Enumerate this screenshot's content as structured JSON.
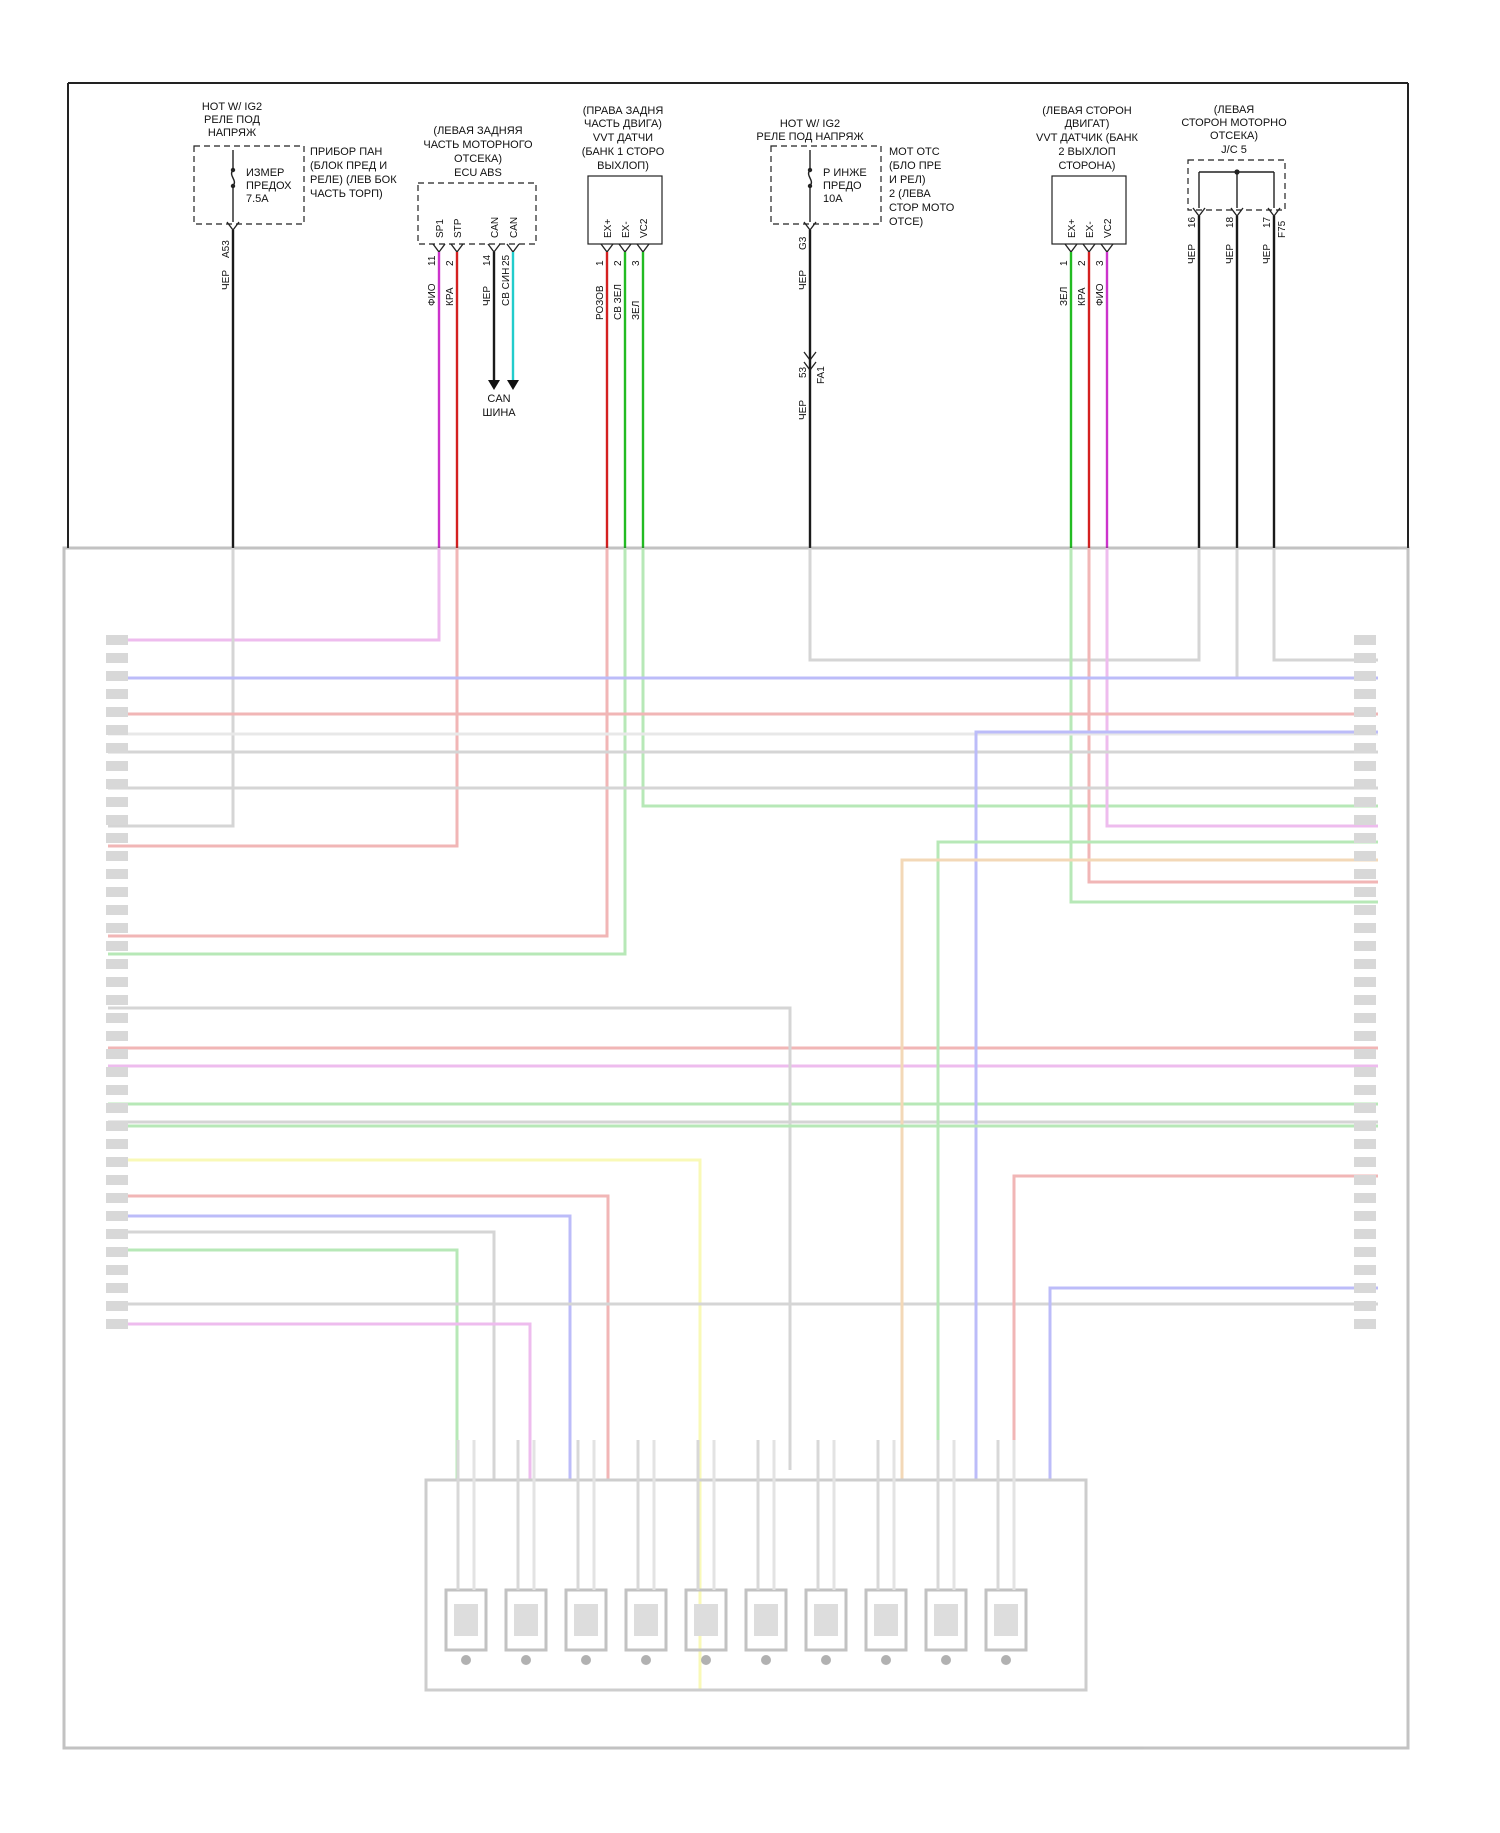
{
  "colors": {
    "black": "#1a1a1a",
    "violet": "#cc33cc",
    "red": "#d42020",
    "green": "#22bb22",
    "cyan": "#22cccc",
    "blue": "#3333ee",
    "pink": "#ee4477",
    "gray": "#808080",
    "yellow": "#eeee22",
    "orange": "#dd8822",
    "white_wire": "#bbbbbb"
  },
  "components": {
    "gauge_fuse": {
      "hot_label": [
        "HOT W/ IG2",
        "РЕЛЕ ПОД",
        "НАПРЯЖ"
      ],
      "fuse_label": [
        "ИЗМЕР",
        "ПРЕДОХ",
        "7.5A"
      ],
      "location": [
        "ПРИБОР ПАН",
        "(БЛОК ПРЕД И",
        "РЕЛЕ) (ЛЕВ БОК",
        "ЧАСТЬ ТОРП)"
      ],
      "connector": "A53",
      "wire": "ЧЕР"
    },
    "abs_ecu": {
      "location": [
        "(ЛЕВАЯ ЗАДНЯЯ",
        "ЧАСТЬ МОТОРНОГО",
        "ОТСЕКА)",
        "ECU ABS"
      ],
      "pins": [
        {
          "name": "SP1",
          "num": "11",
          "wire": "ФИО"
        },
        {
          "name": "STP",
          "num": "2",
          "wire": "КРА"
        },
        {
          "name": "CAN",
          "num": "14",
          "wire": "ЧЕР"
        },
        {
          "name": "CAN",
          "num": "25",
          "wire": "СВ СИН"
        }
      ],
      "can_bus": [
        "CAN",
        "ШИНА"
      ]
    },
    "vvt_right": {
      "location": [
        "(ПРАВА ЗАДНЯ",
        "ЧАСТЬ ДВИГА)",
        "VVT ДАТЧИ",
        "(БАНК 1 СТОРО",
        "ВЫХЛОП)"
      ],
      "pins": [
        {
          "name": "EX+",
          "num": "1",
          "wire": "РОЗОВ"
        },
        {
          "name": "EX-",
          "num": "2",
          "wire": "СВ ЗЕЛ"
        },
        {
          "name": "VC2",
          "num": "3",
          "wire": "ЗЕЛ"
        }
      ]
    },
    "inj_fuse": {
      "hot_label": [
        "HOT W/ IG2",
        "РЕЛЕ ПОД НАПРЯЖ"
      ],
      "fuse_label": [
        "Р ИНЖЕ",
        "ПРЕДО",
        "10A"
      ],
      "location": [
        "МОТ ОТС",
        "(БЛО ПРЕ",
        "И РЕЛ)",
        "2 (ЛЕВА",
        "СТОР МОТО",
        "ОТСЕ)"
      ],
      "connector": "G3",
      "wire": "ЧЕР",
      "inline_num": "53",
      "inline_conn": "FA1",
      "wire2": "ЧЕР"
    },
    "vvt_left": {
      "location": [
        "(ЛЕВАЯ СТОРОН",
        "ДВИГАТ)",
        "VVT ДАТЧИК (БАНК",
        "2 ВЫХЛОП",
        "СТОРОНА)"
      ],
      "pins": [
        {
          "name": "EX+",
          "num": "1",
          "wire": "ЗЕЛ"
        },
        {
          "name": "EX-",
          "num": "2",
          "wire": "КРА"
        },
        {
          "name": "VC2",
          "num": "3",
          "wire": "ФИО"
        }
      ]
    },
    "jc5": {
      "location": [
        "(ЛЕВАЯ",
        "СТОРОН МОТОРНО",
        "ОТСЕКА)",
        "J/C 5"
      ],
      "pins": [
        {
          "num": "16",
          "wire": "ЧЕР"
        },
        {
          "num": "18",
          "wire": "ЧЕР"
        },
        {
          "num": "17",
          "wire": "ЧЕР"
        }
      ],
      "connector": "F75"
    }
  }
}
